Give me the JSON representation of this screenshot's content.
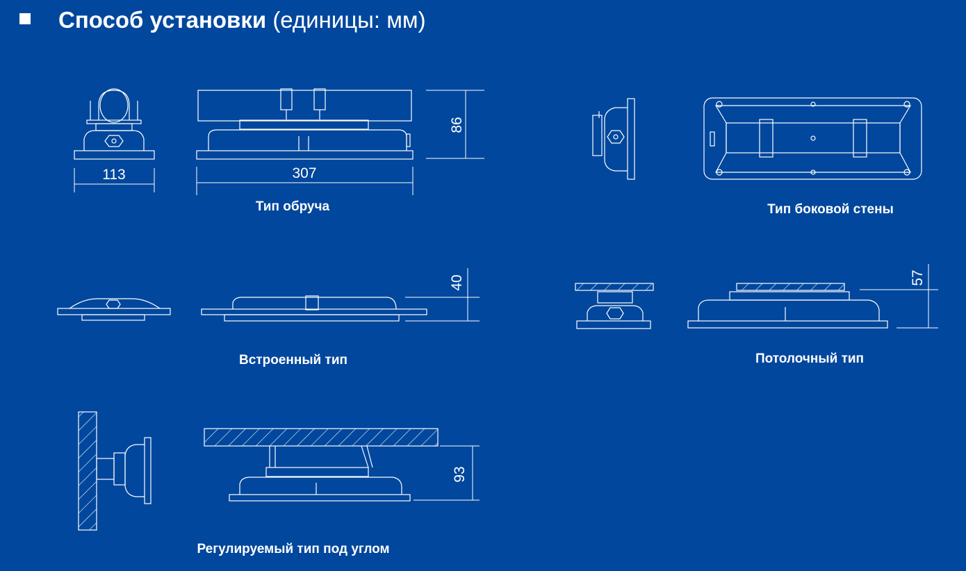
{
  "header": {
    "title": "Способ установки",
    "units": "(единицы: мм)"
  },
  "sections": {
    "hoop": {
      "caption": "Тип обруча",
      "width_front": "113",
      "length": "307",
      "height": "86"
    },
    "side_wall": {
      "caption": "Тип боковой стены"
    },
    "built_in": {
      "caption": "Встроенный тип",
      "height": "40"
    },
    "ceiling": {
      "caption": "Потолочный тип",
      "height": "57"
    },
    "adjustable": {
      "caption": "Регулируемый тип под углом",
      "height": "93"
    }
  },
  "colors": {
    "background": "#00479d",
    "line": "#ffffff"
  }
}
